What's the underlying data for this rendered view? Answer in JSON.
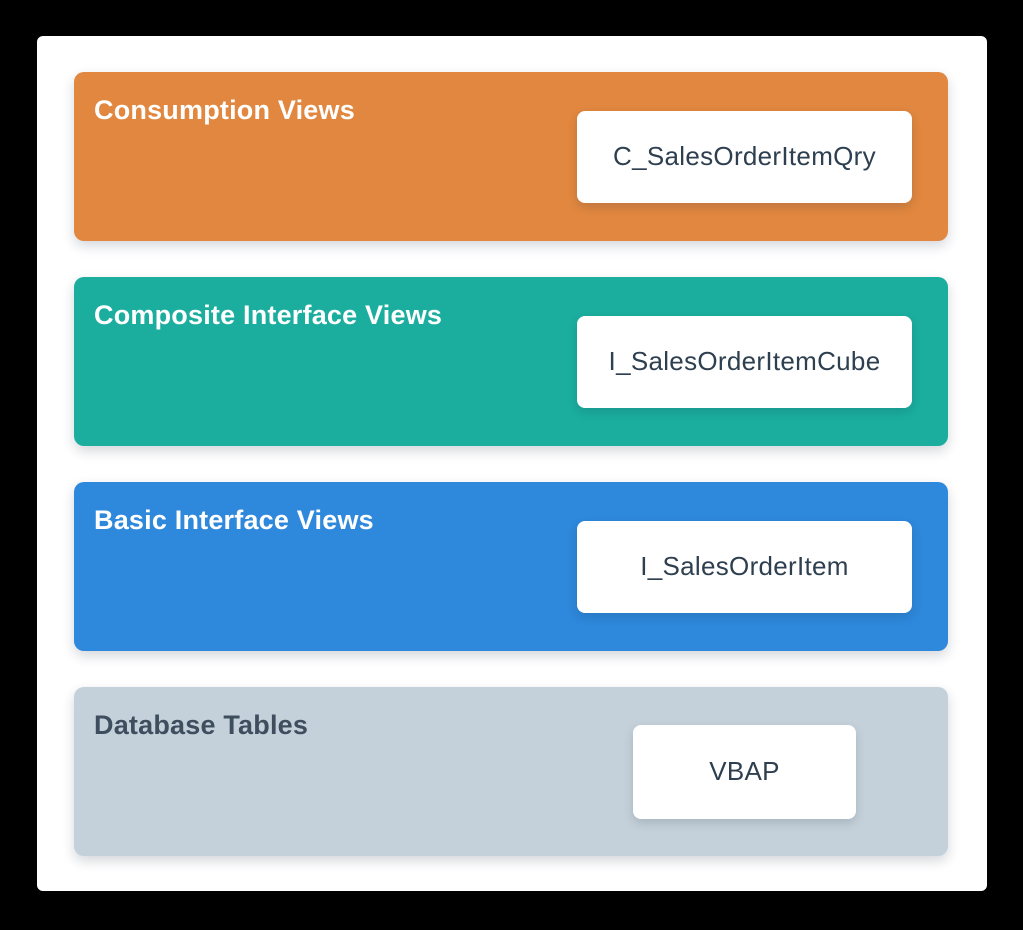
{
  "canvas": {
    "background": "#000000",
    "panel_background": "#FFFFFF"
  },
  "card": {
    "background": "#FFFFFF",
    "text_color": "#2E3F50"
  },
  "layers": [
    {
      "label": "Consumption Views",
      "card": "C_SalesOrderItemQry",
      "band_color": "#E1873F",
      "label_color": "#FFFFFF"
    },
    {
      "label": "Composite Interface Views",
      "card": "I_SalesOrderItemCube",
      "band_color": "#1BAE9E",
      "label_color": "#FFFFFF"
    },
    {
      "label": "Basic Interface Views",
      "card": "I_SalesOrderItem",
      "band_color": "#2E88DB",
      "label_color": "#FFFFFF"
    },
    {
      "label": "Database Tables",
      "card": "VBAP",
      "band_color": "#C5D1DA",
      "label_color": "#3E4E5E"
    }
  ]
}
